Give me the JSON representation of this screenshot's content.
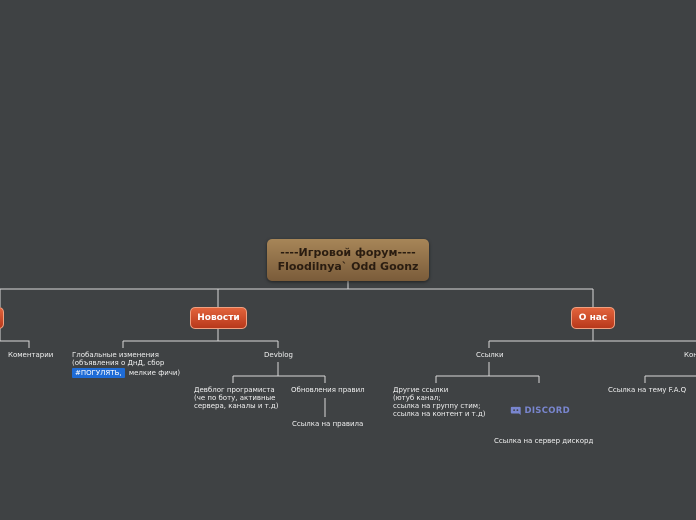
{
  "root": {
    "line1": "----Игровой форум----",
    "line2": "Floodilnya` Odd Goonz"
  },
  "branches": {
    "left_label": "",
    "news": {
      "label": "Новости",
      "global": {
        "line1": "Глобальные изменения",
        "line2": "(объявления о ДнД, сбор",
        "tag": "#ПОГУЛЯТЬ,",
        "tail": "мелкие фичи)"
      },
      "devblog": {
        "label": "Devblog",
        "programmer": [
          "Девблог програмиста",
          "(че по боту, активные",
          "сервера, каналы и т.д)"
        ],
        "rules_updates": "Обновления правил",
        "rules_link": "Ссылка на правила"
      }
    },
    "comments": "Коментарии",
    "about": {
      "label": "О нас",
      "links": {
        "label": "Ссылки",
        "other": [
          "Другие ссылки",
          "(ютуб канал;",
          "ссылка на группу стим;",
          "ссылка на контент и т.д)"
        ],
        "discord_logo": "DISCORD",
        "discord_link": "Ссылка на сервер дискорд"
      },
      "faq_link": "Ссылка на тему F.A.Q",
      "right_cut": "Кон"
    }
  },
  "colors": {
    "background": "#3f4244",
    "root_node": "#8f714b",
    "main_topic": "#d24b2a",
    "connector": "#d8d8d8",
    "tag": "#1f6cd6",
    "discord": "#7986cf"
  }
}
